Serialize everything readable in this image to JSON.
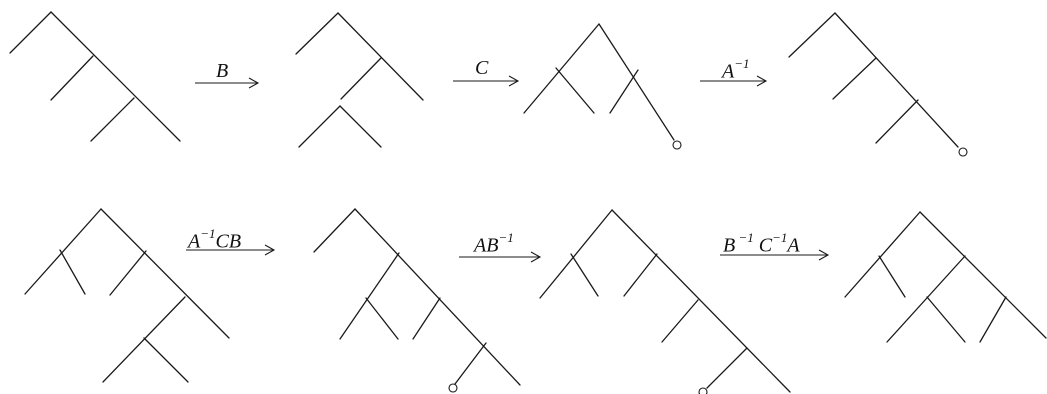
{
  "transformations": [
    {
      "id": "B",
      "base": "B",
      "sup": ""
    },
    {
      "id": "C",
      "base": "C",
      "sup": ""
    },
    {
      "id": "Ainv",
      "base": "A",
      "sup": "−1"
    },
    {
      "id": "AinvCB",
      "parts": [
        {
          "t": "A"
        },
        {
          "s": "−1"
        },
        {
          "t": "CB"
        }
      ]
    },
    {
      "id": "ABinv",
      "parts": [
        {
          "t": "AB"
        },
        {
          "s": "−1"
        }
      ]
    },
    {
      "id": "BinvCinvA",
      "parts": [
        {
          "t": "B"
        },
        {
          "s": " −1"
        },
        {
          "t": " C"
        },
        {
          "s": "−1"
        },
        {
          "t": "A"
        }
      ]
    }
  ],
  "trees": [
    "row1-tree1",
    "row1-tree2",
    "row1-tree3",
    "row1-tree4",
    "row2-tree1",
    "row2-tree2",
    "row2-tree3",
    "row2-tree4"
  ],
  "colors": {
    "line": "#1a1a1a",
    "background": "#ffffff"
  }
}
